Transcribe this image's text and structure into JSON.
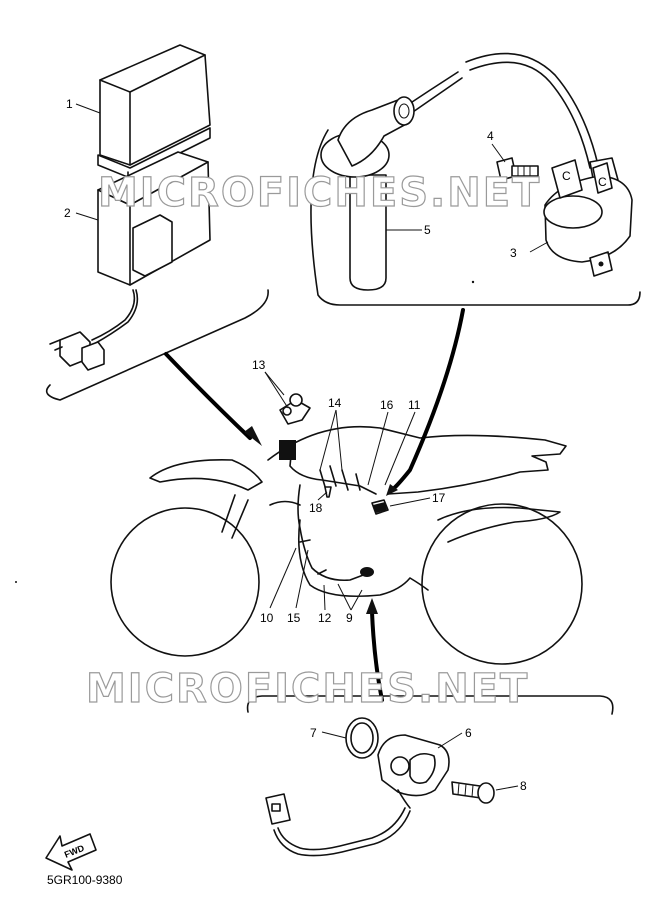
{
  "callouts": [
    {
      "id": "1",
      "label": "1"
    },
    {
      "id": "2",
      "label": "2"
    },
    {
      "id": "3",
      "label": "3"
    },
    {
      "id": "4",
      "label": "4"
    },
    {
      "id": "5",
      "label": "5"
    },
    {
      "id": "6",
      "label": "6"
    },
    {
      "id": "7",
      "label": "7"
    },
    {
      "id": "8",
      "label": "8"
    },
    {
      "id": "9",
      "label": "9"
    },
    {
      "id": "10",
      "label": "10"
    },
    {
      "id": "11",
      "label": "11"
    },
    {
      "id": "12",
      "label": "12"
    },
    {
      "id": "13",
      "label": "13"
    },
    {
      "id": "14",
      "label": "14"
    },
    {
      "id": "15",
      "label": "15"
    },
    {
      "id": "16",
      "label": "16"
    },
    {
      "id": "17",
      "label": "17"
    },
    {
      "id": "18",
      "label": "18"
    }
  ],
  "watermark": {
    "text": "MICROFICHES.NET"
  },
  "fwd_badge": {
    "text": "FWD"
  },
  "diagram_code": "5GR100-9380",
  "colors": {
    "ink": "#111111",
    "watermark_outline": "#9a9a9a",
    "background": "#ffffff"
  }
}
